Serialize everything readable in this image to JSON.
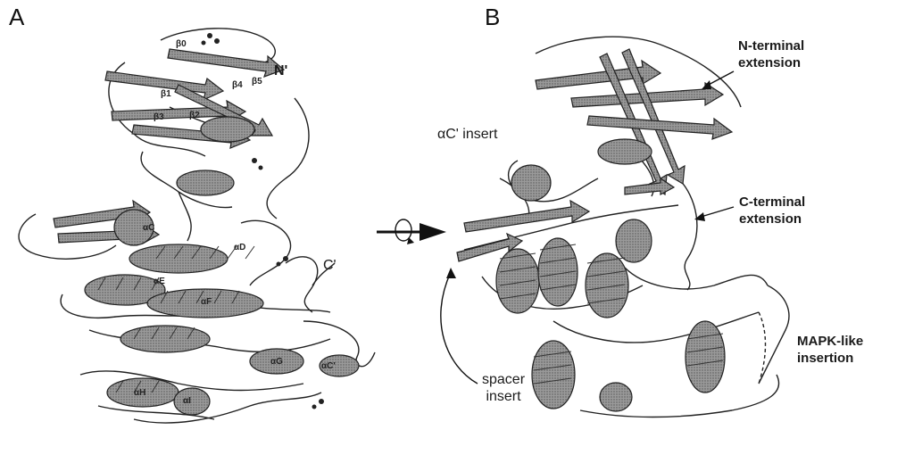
{
  "panels": {
    "a": {
      "letter": "A",
      "terminal_n": "N'",
      "terminal_c": "C'",
      "strand_labels": [
        "β0",
        "β1",
        "β2",
        "β3",
        "β4",
        "β5"
      ],
      "helix_labels": [
        "αC",
        "αD",
        "αE",
        "αF",
        "αG",
        "αH",
        "αC'",
        "αI"
      ]
    },
    "b": {
      "letter": "B",
      "annotations": {
        "n_terminal": [
          "N-terminal",
          "extension"
        ],
        "c_terminal": [
          "C-terminal",
          "extension"
        ],
        "alpha_c_insert": "αC' insert",
        "spacer": [
          "spacer",
          "insert"
        ],
        "mapk": [
          "MAPK-like",
          "insertion"
        ]
      }
    }
  },
  "colors": {
    "ribbon_fill": "#8a8a8a",
    "ribbon_dark": "#4a4a4a",
    "line": "#222222"
  },
  "icons": {
    "rotation": "rotation-arrow-icon"
  }
}
